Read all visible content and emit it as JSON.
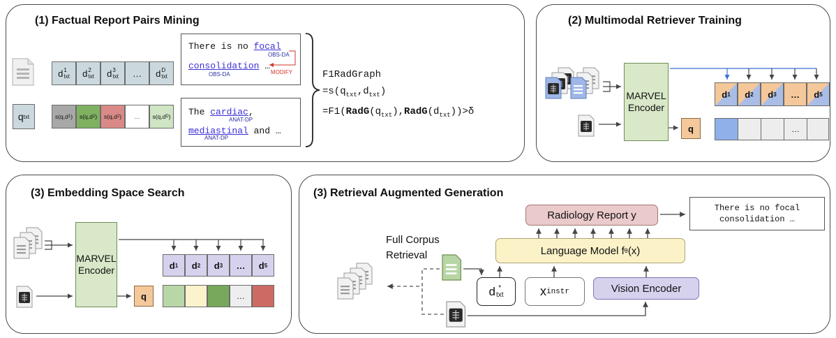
{
  "panel1": {
    "title": "(1)  Factual Report Pairs Mining",
    "d_row": [
      {
        "base": "d",
        "sub": "txt",
        "sup": "1"
      },
      {
        "base": "d",
        "sub": "txt",
        "sup": "2"
      },
      {
        "base": "d",
        "sub": "txt",
        "sup": "3"
      },
      {
        "base": "…",
        "sub": "",
        "sup": ""
      },
      {
        "base": "d",
        "sub": "txt",
        "sup": "D"
      }
    ],
    "q_label": {
      "base": "q",
      "sub": "txt"
    },
    "s_row": [
      {
        "text": "s(q,d",
        "sup": "1",
        "end": ")",
        "color": "#a8a8a8"
      },
      {
        "text": "s(q,d",
        "sup": "2",
        "end": ")",
        "color": "#7fb161"
      },
      {
        "text": "s(q,d",
        "sup": "2",
        "end": ")",
        "color": "#d98a86"
      },
      {
        "text": "…",
        "sup": "",
        "end": "",
        "color": "#ffffff"
      },
      {
        "text": "s(q,d",
        "sup": "D",
        "end": ")",
        "color": "#cfe5c3"
      }
    ],
    "box1": {
      "prefix": "There is no ",
      "word1": "focal",
      "tag1": "OBS-DA",
      "word2": "consolidation",
      "suffix": " …",
      "tag2": "OBS-DA",
      "modify": "MODIFY"
    },
    "box2": {
      "prefix": "The ",
      "word1": "cardiac",
      "suffix1": ",",
      "tag1": "ANAT-DP",
      "word2": "mediastinal",
      "suffix2": " and …",
      "tag2": "ANAT-DP"
    },
    "formula": {
      "line1": "F1RadGraph",
      "line2_pre": "=s(q",
      "line2_sub1": "txt",
      "line2_mid": ",d",
      "line2_sub2": "txt",
      "line2_end": ")",
      "line3_pre": "=F1(",
      "radg": "RadG",
      "line3_q": "(q",
      "sub_a": "txt",
      "line3_mid": "),",
      "line3_d": "(d",
      "sub_b": "txt",
      "line3_end": "))>δ"
    }
  },
  "panel2": {
    "title": "(2) Multimodal Retriever Training",
    "encoder": [
      "MARVEL",
      "Encoder"
    ],
    "d_cells": [
      {
        "base": "d",
        "sup": "1"
      },
      {
        "base": "d",
        "sup": "2"
      },
      {
        "base": "d",
        "sup": "3"
      },
      {
        "base": "…",
        "sup": ""
      },
      {
        "base": "d",
        "sup": "5"
      }
    ],
    "q": "q",
    "ellipsis": "…"
  },
  "panel3": {
    "title": "(3) Embedding Space Search",
    "encoder": [
      "MARVEL",
      "Encoder"
    ],
    "d_cells": [
      {
        "base": "d",
        "sup": "1"
      },
      {
        "base": "d",
        "sup": "2"
      },
      {
        "base": "d",
        "sup": "3"
      },
      {
        "base": "…",
        "sup": ""
      },
      {
        "base": "d",
        "sup": "5"
      }
    ],
    "q": "q",
    "score_colors": [
      "#b9d7a6",
      "#fbf3cc",
      "#78a85c",
      "#eeeeee",
      "#cc6a63"
    ],
    "score_mid": "…"
  },
  "panel4": {
    "title": "(3) Retrieval Augmented Generation",
    "report": "Radiology Report  y",
    "output_text": [
      "There is no focal",
      "consolidation …"
    ],
    "lm_text": "Language Model f",
    "lm_sub": "θ",
    "lm_end": "(x)",
    "full_corpus": [
      "Full Corpus",
      "Retrieval"
    ],
    "dstar": {
      "base": "d",
      "sup": "*",
      "sub": "txt"
    },
    "xinstr": {
      "base": "x",
      "sub": "instr"
    },
    "vision": "Vision Encoder"
  },
  "colors": {
    "encoder_green": "#d8e8c8",
    "query_orange": "#f4c89a",
    "lm_yellow": "#fbf2c8",
    "report_pink": "#eacacb",
    "vision_purple": "#d6d2ee",
    "link_blue": "#3b2fd6",
    "modify_red": "#d2362a"
  }
}
